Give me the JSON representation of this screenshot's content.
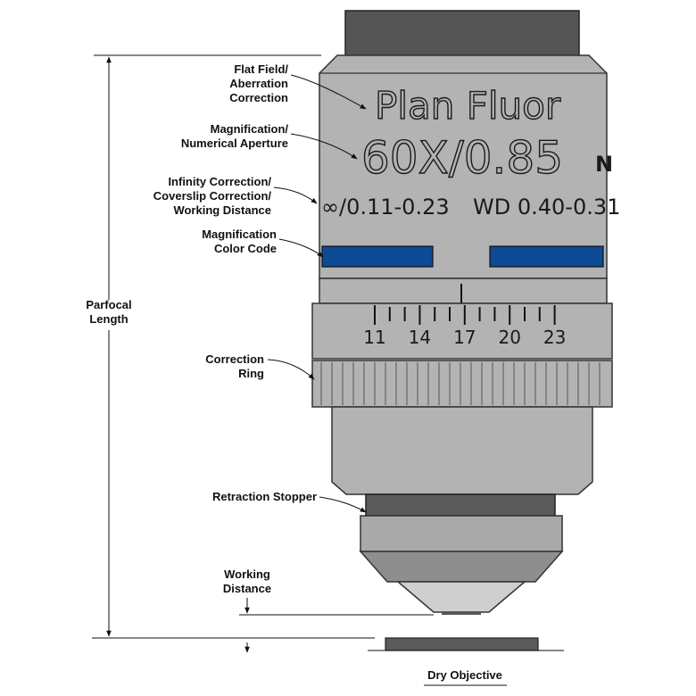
{
  "objective": {
    "name": "Plan Fluor",
    "spec": "60X/0.85",
    "correction": "∞/0.11-0.23",
    "working_distance": "WD 0.40-0.31",
    "edge_char": "N",
    "color_band": "#0d4a94",
    "ring_labels": [
      "11",
      "14",
      "17",
      "20",
      "23"
    ]
  },
  "labels": {
    "flat_field": [
      "Flat Field/",
      "Aberration",
      "Correction"
    ],
    "magnification_na": [
      "Magnification/",
      "Numerical Aperture"
    ],
    "infinity": [
      "Infinity Correction/",
      "Coverslip Correction/",
      "Working Distance"
    ],
    "color_code": [
      "Magnification",
      "Color Code"
    ],
    "correction_ring": [
      "Correction",
      "Ring"
    ],
    "parfocal": [
      "Parfocal",
      "Length"
    ],
    "retraction": [
      "Retraction Stopper"
    ],
    "working_distance": [
      "Working",
      "Distance"
    ],
    "dry_objective": [
      "Dry Objective"
    ]
  }
}
